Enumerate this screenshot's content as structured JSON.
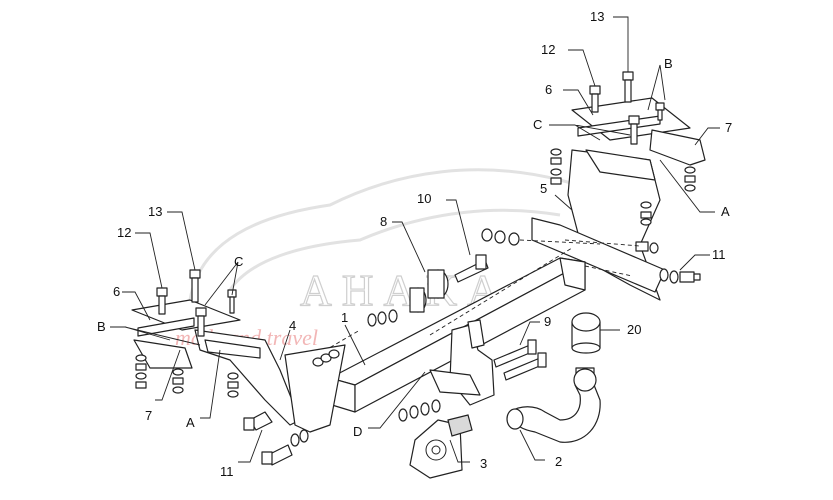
{
  "watermark": {
    "brand": "AHAKA",
    "slogan": "made and travel"
  },
  "callouts": [
    {
      "id": "c1",
      "label": "1"
    },
    {
      "id": "c2",
      "label": "2"
    },
    {
      "id": "c3",
      "label": "3"
    },
    {
      "id": "c4",
      "label": "4"
    },
    {
      "id": "c5",
      "label": "5"
    },
    {
      "id": "c6a",
      "label": "6"
    },
    {
      "id": "c6b",
      "label": "6"
    },
    {
      "id": "c7a",
      "label": "7"
    },
    {
      "id": "c7b",
      "label": "7"
    },
    {
      "id": "c8",
      "label": "8"
    },
    {
      "id": "c9",
      "label": "9"
    },
    {
      "id": "c10",
      "label": "10"
    },
    {
      "id": "c11a",
      "label": "11"
    },
    {
      "id": "c11b",
      "label": "11"
    },
    {
      "id": "c12a",
      "label": "12"
    },
    {
      "id": "c12b",
      "label": "12"
    },
    {
      "id": "c13a",
      "label": "13"
    },
    {
      "id": "c13b",
      "label": "13"
    },
    {
      "id": "c20",
      "label": "20"
    },
    {
      "id": "cAa",
      "label": "A"
    },
    {
      "id": "cAb",
      "label": "A"
    },
    {
      "id": "cBa",
      "label": "B"
    },
    {
      "id": "cBb",
      "label": "B"
    },
    {
      "id": "cCa",
      "label": "C"
    },
    {
      "id": "cCb",
      "label": "C"
    },
    {
      "id": "cD",
      "label": "D"
    }
  ]
}
